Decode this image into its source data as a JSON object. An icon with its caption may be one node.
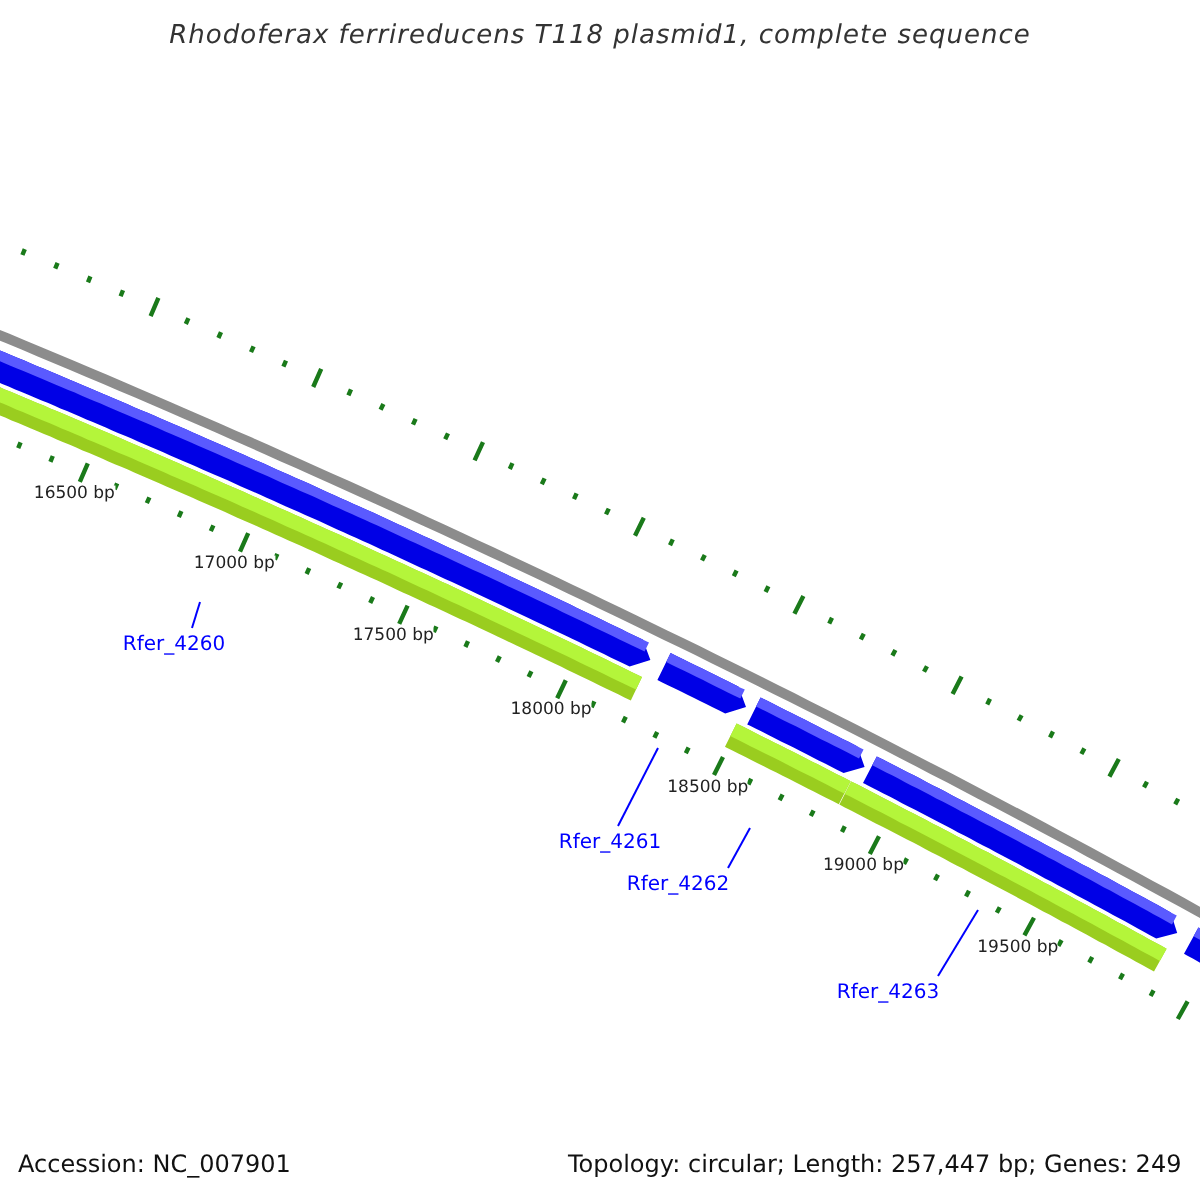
{
  "diagram": {
    "title": "Rhodoferax ferrireducens T118 plasmid1, complete sequence",
    "nodes": [
      {
        "text": [
          "Rfer_4260"
        ]
      },
      {
        "text": [
          "Rfer_4261"
        ]
      },
      {
        "text": [
          "Rfer_4262"
        ]
      },
      {
        "text": [
          "Rfer_4263"
        ]
      }
    ],
    "edges": [
      {
        "from": 0,
        "to": null,
        "arrow": "none"
      },
      {
        "from": 1,
        "to": null,
        "arrow": "none"
      },
      {
        "from": 2,
        "to": null,
        "arrow": "none"
      },
      {
        "from": 3,
        "to": null,
        "arrow": "none"
      }
    ],
    "labels": [
      "16500 bp",
      "17000 bp",
      "17500 bp",
      "18000 bp",
      "18500 bp",
      "19000 bp",
      "19500 bp",
      "Accession: NC_007901",
      "Topology: circular; Length: 257,447 bp; Genes: 249"
    ]
  }
}
